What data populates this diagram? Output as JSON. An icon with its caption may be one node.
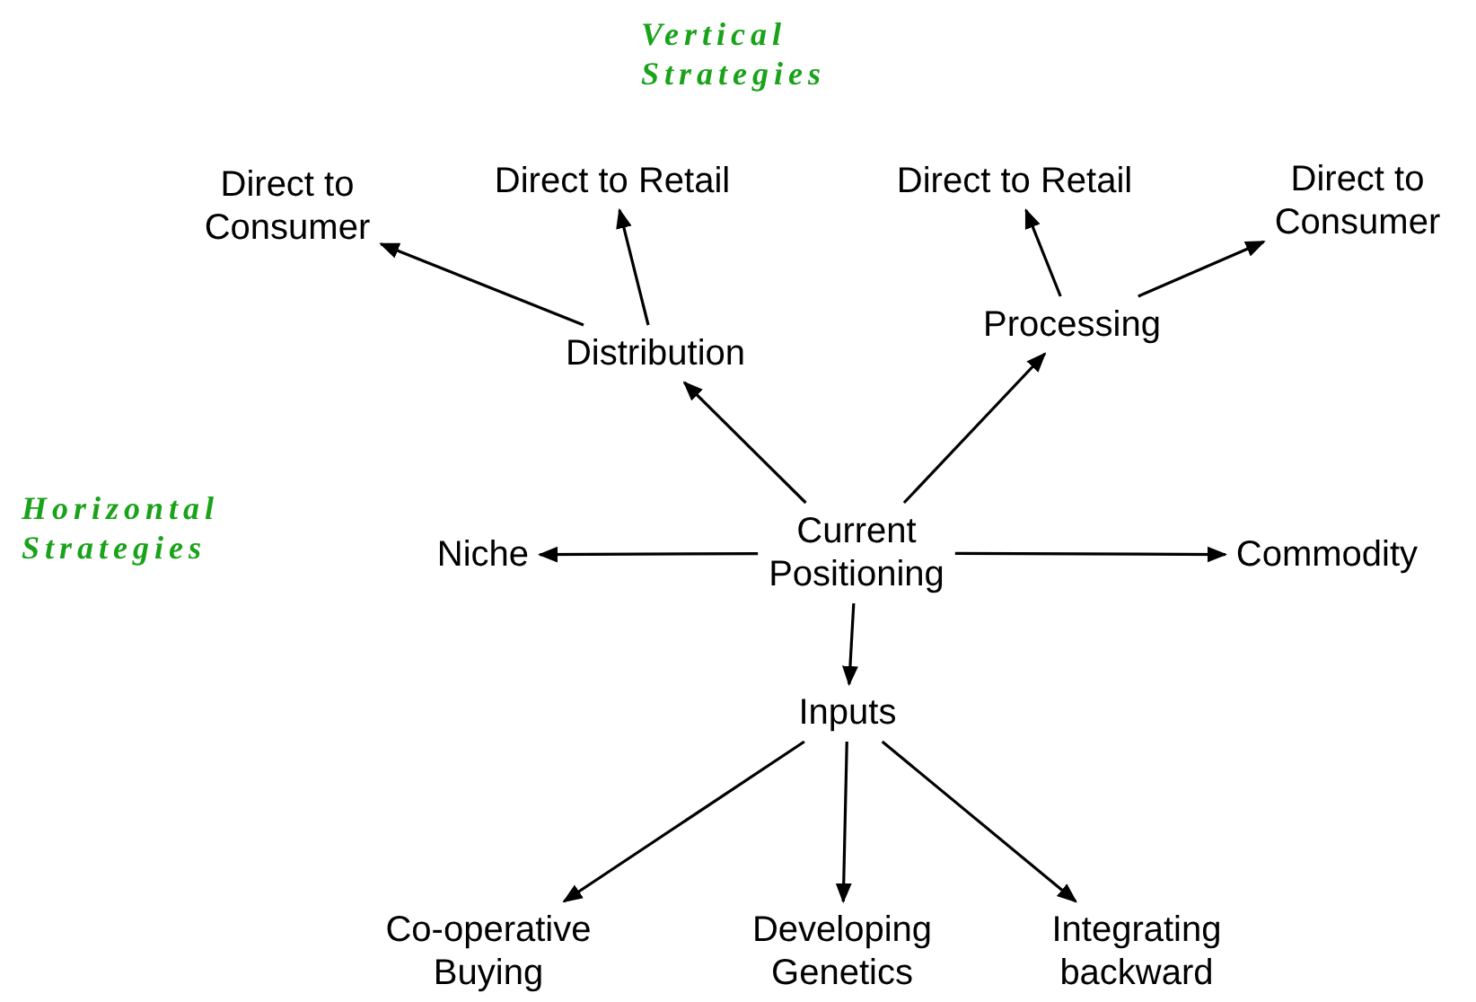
{
  "diagram": {
    "nodes": [
      {
        "text": [
          "Current Positioning"
        ]
      },
      {
        "text": [
          "Distribution"
        ]
      },
      {
        "text": [
          "Processing"
        ]
      },
      {
        "text": [
          "Direct to Consumer"
        ]
      },
      {
        "text": [
          "Direct to Retail"
        ]
      },
      {
        "text": [
          "Direct to Retail"
        ]
      },
      {
        "text": [
          "Direct to Consumer"
        ]
      },
      {
        "text": [
          "Niche"
        ]
      },
      {
        "text": [
          "Commodity"
        ]
      },
      {
        "text": [
          "Inputs"
        ]
      },
      {
        "text": [
          "Co-operative Buying"
        ]
      },
      {
        "text": [
          "Developing Genetics"
        ]
      },
      {
        "text": [
          "Integrating backward"
        ]
      }
    ],
    "edges": [
      {
        "from": 0,
        "to": 1,
        "arrow": "to"
      },
      {
        "from": 0,
        "to": 2,
        "arrow": "to"
      },
      {
        "from": 1,
        "to": 3,
        "arrow": "to"
      },
      {
        "from": 1,
        "to": 4,
        "arrow": "to"
      },
      {
        "from": 2,
        "to": 5,
        "arrow": "to"
      },
      {
        "from": 2,
        "to": 6,
        "arrow": "to"
      },
      {
        "from": 0,
        "to": 7,
        "arrow": "to"
      },
      {
        "from": 0,
        "to": 8,
        "arrow": "to"
      },
      {
        "from": 0,
        "to": 9,
        "arrow": "to"
      },
      {
        "from": 9,
        "to": 10,
        "arrow": "to"
      },
      {
        "from": 9,
        "to": 11,
        "arrow": "to"
      },
      {
        "from": 9,
        "to": 12,
        "arrow": "to"
      }
    ],
    "labels": [
      "Vertical Strategies",
      "Horizontal Strategies"
    ]
  }
}
